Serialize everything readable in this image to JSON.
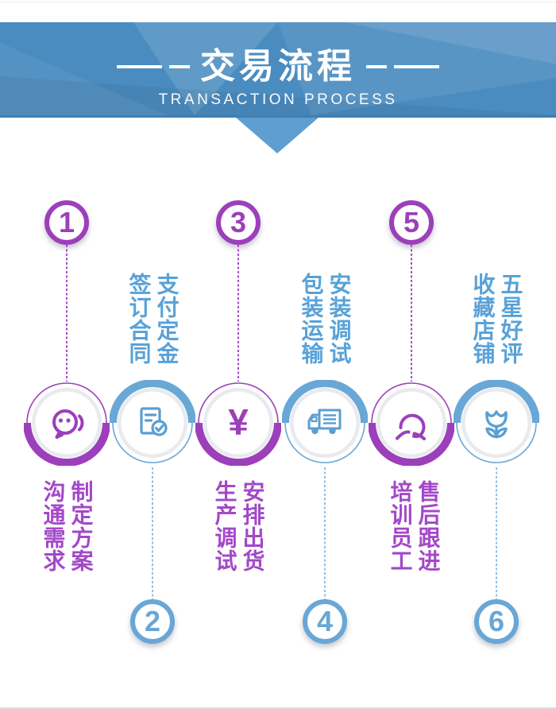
{
  "header": {
    "title": "交易流程",
    "subtitle": "TRANSACTION PROCESS"
  },
  "steps": [
    {
      "number": "1",
      "position": "top",
      "accent": "purple",
      "icon": "chat-bubble-icon",
      "label_left": "沟通需求",
      "label_right": "制定方案"
    },
    {
      "number": "2",
      "position": "bottom",
      "accent": "blue",
      "icon": "contract-check-icon",
      "label_left": "签订合同",
      "label_right": "支付定金"
    },
    {
      "number": "3",
      "position": "top",
      "accent": "purple",
      "icon": "yuan-sign-icon",
      "label_left": "生产调试",
      "label_right": "安排出货"
    },
    {
      "number": "4",
      "position": "bottom",
      "accent": "blue",
      "icon": "delivery-truck-icon",
      "label_left": "包装运输",
      "label_right": "安装调试"
    },
    {
      "number": "5",
      "position": "top",
      "accent": "purple",
      "icon": "headset-support-icon",
      "label_left": "培训员工",
      "label_right": "售后跟进"
    },
    {
      "number": "6",
      "position": "bottom",
      "accent": "blue",
      "icon": "flower-icon",
      "label_left": "收藏店铺",
      "label_right": "五星好评"
    }
  ],
  "colors": {
    "purple": "#9c3fba",
    "purple_text": "#a348c8",
    "blue": "#68a7d6",
    "blue_icon": "#5b9fd2",
    "blue_text": "#58a2d8",
    "banner_base": "#4a8cc0",
    "banner_edge": "#3e7fb3",
    "pointer": "#5f9ed0"
  }
}
